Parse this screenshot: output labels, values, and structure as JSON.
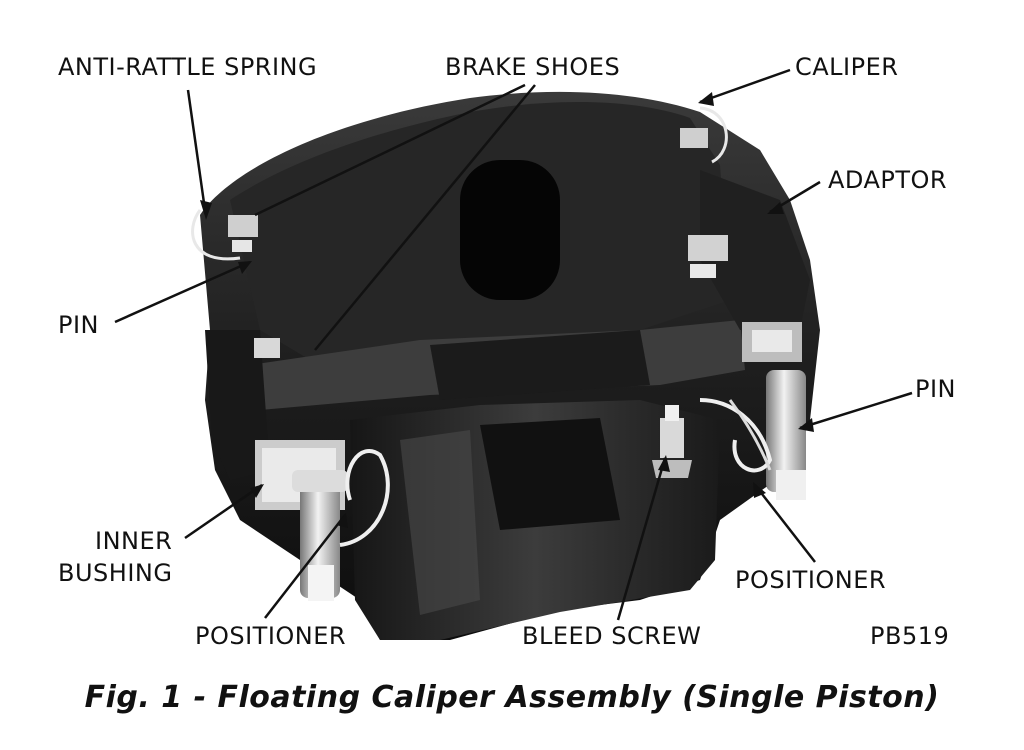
{
  "labels": {
    "anti_rattle_spring": "ANTI-RATTLE SPRING",
    "brake_shoes": "BRAKE SHOES",
    "caliper": "CALIPER",
    "adaptor": "ADAPTOR",
    "pin_left": "PIN",
    "pin_right": "PIN",
    "inner_bushing_line1": "INNER",
    "inner_bushing_line2": "BUSHING",
    "positioner_right": "POSITIONER",
    "positioner_left": "POSITIONER",
    "bleed_screw": "BLEED SCREW",
    "figure_code": "PB519"
  },
  "caption": "Fig. 1 - Floating Caliper Assembly (Single Piston)"
}
